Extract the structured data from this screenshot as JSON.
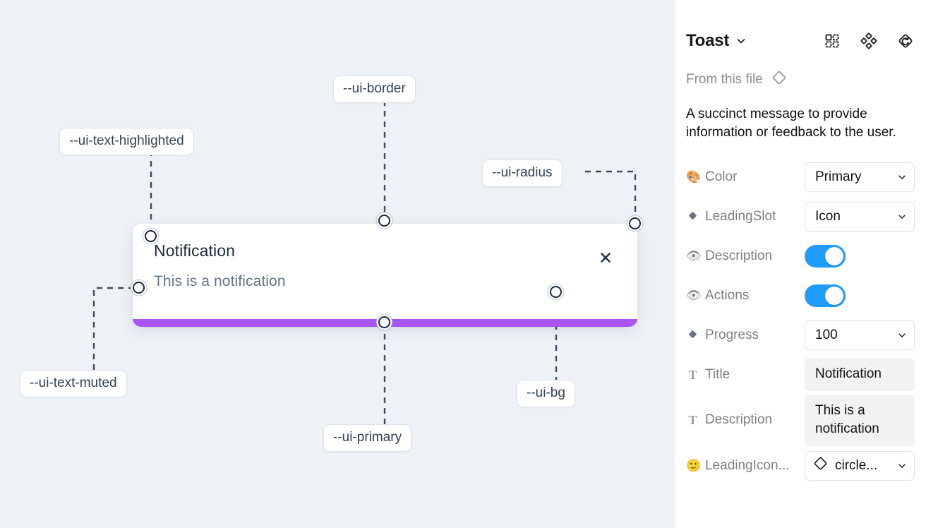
{
  "canvas": {
    "background_color": "#eef2f7",
    "toast": {
      "title": "Notification",
      "description": "This is a notification",
      "close_icon": "close-x-icon",
      "progress_color": "#a855f7",
      "background_color": "#ffffff"
    },
    "tokens": [
      {
        "name": "ui-text-highlighted",
        "label": "--ui-text-highlighted"
      },
      {
        "name": "ui-border",
        "label": "--ui-border"
      },
      {
        "name": "ui-radius",
        "label": "--ui-radius"
      },
      {
        "name": "ui-text-muted",
        "label": "--ui-text-muted"
      },
      {
        "name": "ui-primary",
        "label": "--ui-primary"
      },
      {
        "name": "ui-bg",
        "label": "--ui-bg"
      }
    ]
  },
  "panel": {
    "title": "Toast",
    "title_chevron_icon": "chevron-down-icon",
    "header_icons": [
      {
        "name": "component-set-icon"
      },
      {
        "name": "variants-icon"
      },
      {
        "name": "reset-instance-icon"
      }
    ],
    "from_this_file": {
      "label": "From this file",
      "icon": "diamond-component-icon"
    },
    "description": "A succinct message to provide information or feedback to the user.",
    "properties": [
      {
        "name": "color",
        "icon": "palette-icon",
        "label": "Color",
        "type": "select",
        "value": "Primary"
      },
      {
        "name": "leading-slot",
        "icon": "diamond-icon",
        "label": "LeadingSlot",
        "type": "select",
        "value": "Icon"
      },
      {
        "name": "description",
        "icon": "eye-icon",
        "label": "Description",
        "type": "toggle",
        "value": "on"
      },
      {
        "name": "actions",
        "icon": "eye-icon",
        "label": "Actions",
        "type": "toggle",
        "value": "on"
      },
      {
        "name": "progress",
        "icon": "diamond-icon",
        "label": "Progress",
        "type": "select",
        "value": "100"
      },
      {
        "name": "title",
        "icon": "text-t-icon",
        "label": "Title",
        "type": "text",
        "value": "Notification"
      },
      {
        "name": "description-text",
        "icon": "text-t-icon",
        "label": "Description",
        "type": "text",
        "value": "This is a notification"
      },
      {
        "name": "leading-icon",
        "icon": "smiley-icon",
        "label": "LeadingIcon...",
        "type": "icon-select",
        "value": "circle...",
        "value_icon": "diamond-component-icon"
      }
    ],
    "toggle_on_color": "#1f9cff"
  }
}
